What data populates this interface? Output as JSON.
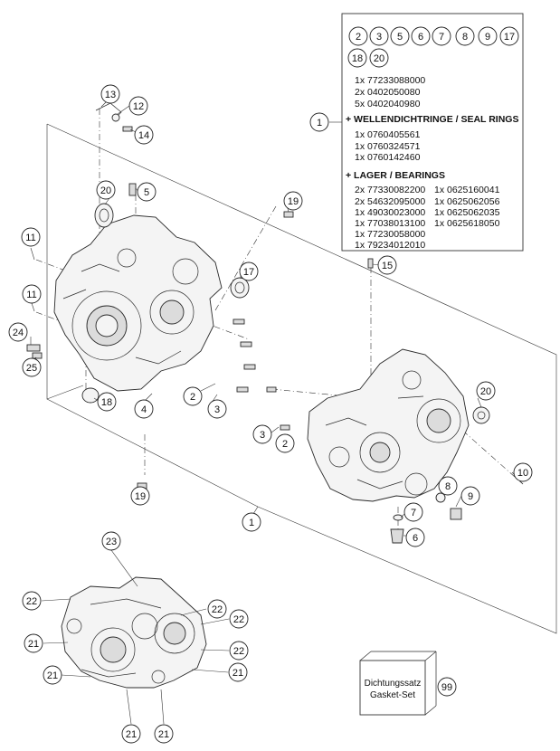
{
  "kit_box": {
    "chips_row1": [
      "2",
      "3",
      "5",
      "6",
      "7",
      "8",
      "9",
      "17"
    ],
    "chips_row2": [
      "18",
      "20"
    ],
    "parts_general": [
      "1x 77233088000",
      "2x 0402050080",
      "5x 0402040980"
    ],
    "ref_number": "1",
    "seal_heading": "+ WELLENDICHTRINGE / SEAL RINGS",
    "seal_parts": [
      "1x 0760405561",
      "1x 0760324571",
      "1x 0760142460"
    ],
    "bearing_heading": "+ LAGER / BEARINGS",
    "bearing_parts_left": [
      "2x 77330082200",
      "2x 54632095000",
      "1x 49030023000",
      "1x 77038013100",
      "1x 77230058000",
      "1x 79234012010"
    ],
    "bearing_parts_right": [
      "1x 0625160041",
      "1x 0625062056",
      "1x 0625062035",
      "1x 0625618050"
    ]
  },
  "gasket_box": {
    "line1": "Dichtungssatz",
    "line2": "Gasket-Set",
    "ref_number": "99"
  },
  "callouts": {
    "c13": "13",
    "c12": "12",
    "c14": "14",
    "c20a": "20",
    "c5": "5",
    "c19a": "19",
    "c11a": "11",
    "c17": "17",
    "c15": "15",
    "c11b": "11",
    "c24": "24",
    "c25": "25",
    "c18": "18",
    "c4": "4",
    "c2a": "2",
    "c3a": "3",
    "c20b": "20",
    "c3b": "3",
    "c2b": "2",
    "c10": "10",
    "c8": "8",
    "c9": "9",
    "c7": "7",
    "c6": "6",
    "c19b": "19",
    "c1": "1",
    "c23": "23",
    "c22a": "22",
    "c22b": "22",
    "c22c": "22",
    "c22d": "22",
    "c21a": "21",
    "c21b": "21",
    "c21c": "21",
    "c21d": "21",
    "c21e": "21"
  }
}
